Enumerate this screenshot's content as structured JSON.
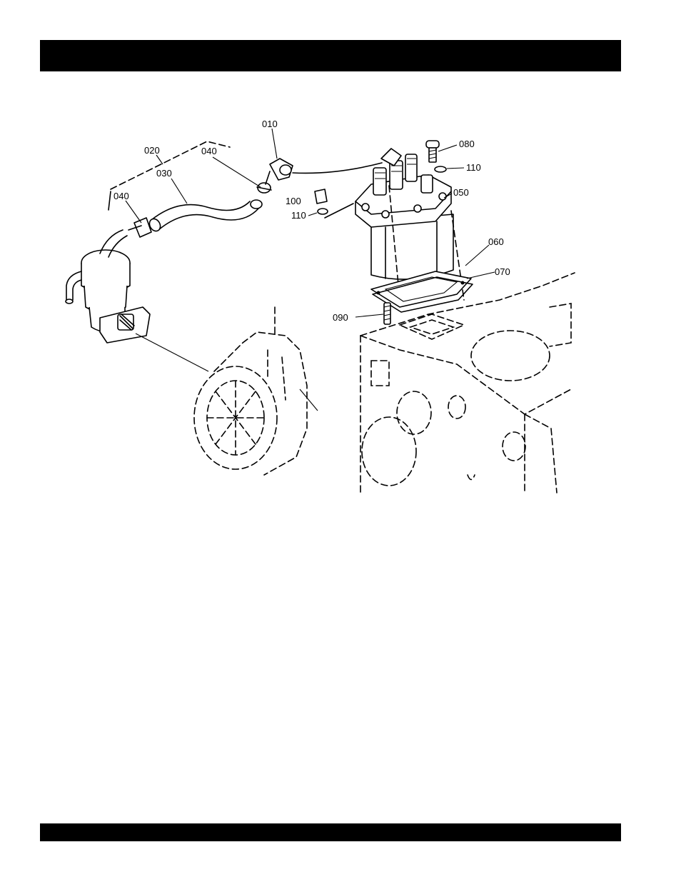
{
  "callouts": {
    "p010": "010",
    "p020": "020",
    "p030": "030",
    "p040a": "040",
    "p040b": "040",
    "p050": "050",
    "p060": "060",
    "p070": "070",
    "p080": "080",
    "p090": "090",
    "p100": "100",
    "p110a": "110",
    "p110b": "110"
  },
  "colors": {
    "ink": "#000000",
    "paper": "#ffffff"
  }
}
